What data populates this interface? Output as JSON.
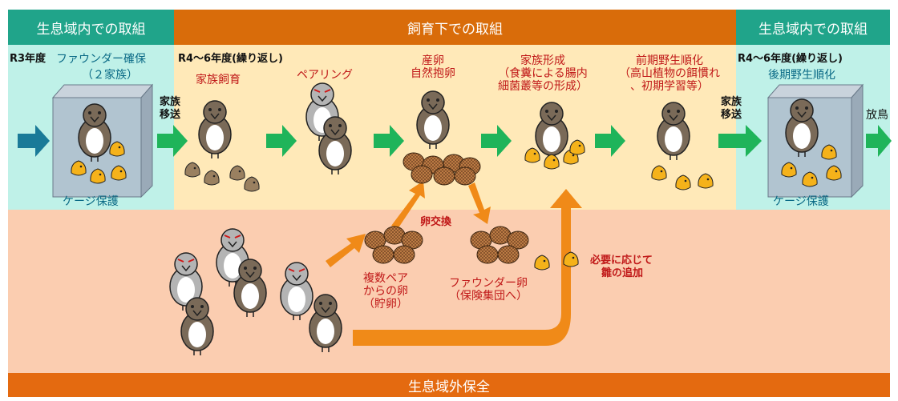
{
  "colors": {
    "teal_header": "#20a48a",
    "orange_header": "#d96c0a",
    "bottom_header": "#e46a10",
    "left_zone": "#bff1e8",
    "middle_zone": "#ffe9b8",
    "bottom_zone": "#fbcdb0",
    "green_arrow": "#1fb45a",
    "orange_arrow": "#f08a18",
    "label_red": "#c01818"
  },
  "headers": {
    "left": "生息域内での取組",
    "middle": "飼育下での取組",
    "right": "生息域内での取組",
    "bottom": "生息域外保全"
  },
  "left_section": {
    "year": "R3年度",
    "title": "ファウンダー確保",
    "subtitle": "（２家族）",
    "cage_label": "ケージ保護"
  },
  "transfer": {
    "line1": "家族",
    "line2": "移送"
  },
  "middle_section": {
    "year": "R4～6年度(繰り返し)",
    "steps": {
      "family": "家族飼育",
      "pairing": "ペアリング",
      "lay_line1": "産卵",
      "lay_line2": "自然抱卵",
      "formation_line1": "家族形成",
      "formation_line2": "（食糞による腸内",
      "formation_line3": "細菌叢等の形成）",
      "early_line1": "前期野生順化",
      "early_line2": "（高山植物の餌慣れ",
      "early_line3": "、初期学習等）"
    }
  },
  "right_section": {
    "year": "R4～6年度(繰り返し)",
    "title": "後期野生順化",
    "cage_label": "ケージ保護",
    "release": "放鳥"
  },
  "bottom_section": {
    "egg_exchange": "卵交換",
    "multi_line1": "複数ペア",
    "multi_line2": "からの卵",
    "multi_line3": "（貯卵）",
    "founder_line1": "ファウンダー卵",
    "founder_line2": "（保険集団へ）",
    "add_line1": "必要に応じて",
    "add_line2": "雛の追加"
  },
  "icons": [
    "ptarmigan-icon",
    "chick-icon",
    "egg-icon",
    "arrow-icon",
    "cage-icon"
  ]
}
